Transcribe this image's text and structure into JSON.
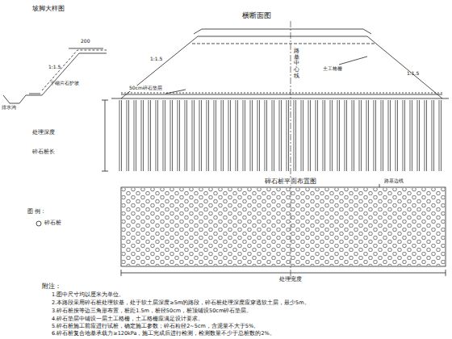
{
  "diagram": {
    "labels": [
      "坡脚大样图",
      "1:1.5",
      "200",
      "干砌片石护坡",
      "排水沟",
      "横断面图",
      "路基中心线",
      "土工格栅",
      "50cm碎石垫层",
      "1:1.5",
      "1:1.5",
      "处理深度",
      "碎石桩长",
      "碎石桩平面布置图",
      "路基边线",
      "图 例：",
      "碎石桩",
      "处理宽度",
      "附注：",
      "1.图中尺寸均以厘米为单位。",
      "2.本路段采用碎石桩处理软基，处于软土层深度≥5m的路段，碎石桩处理深度应穿透软土层，最少5m。",
      "3.碎石桩按等边三角形布置，桩距1.5m，桩径50cm，桩顶铺设50cm碎石垫层。",
      "4.碎石垫层中铺设一层土工格栅，土工格栅应满足设计要求。",
      "5.碎石桩施工前应进行试桩，确定施工参数；碎石粒径2~5cm，含泥量不大于5%。",
      "6.碎石桩复合地基承载力≥120kPa，施工完成后进行检测，检测数量不少于总桩数的2%。"
    ]
  }
}
